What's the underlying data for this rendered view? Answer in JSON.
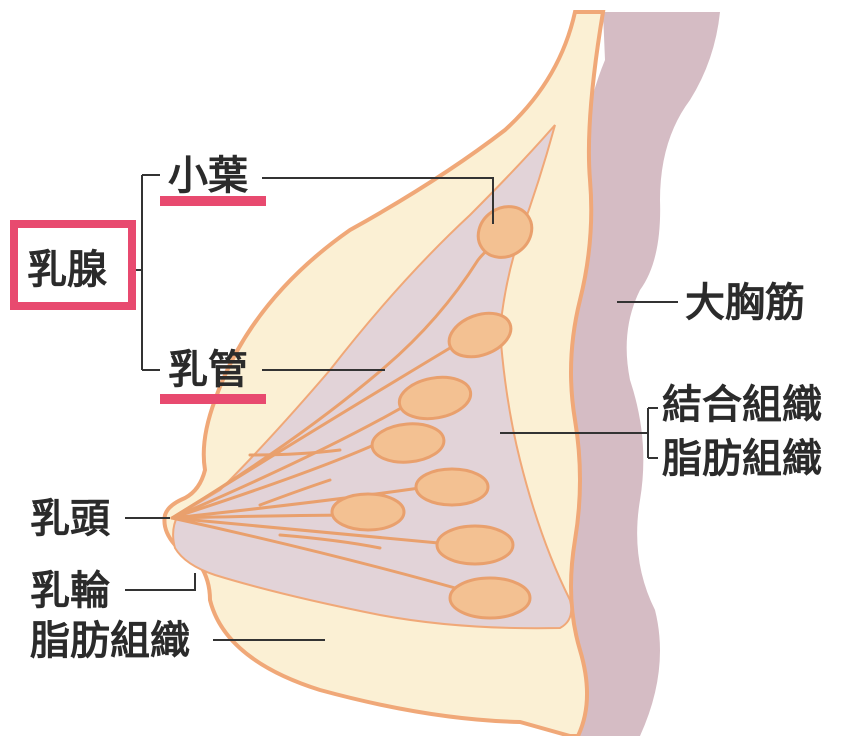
{
  "labels": {
    "mammary_gland": "乳腺",
    "lobule": "小葉",
    "duct": "乳管",
    "pectoralis_major": "大胸筋",
    "connective_tissue": "結合組織",
    "fat_tissue_right": "脂肪組織",
    "nipple": "乳頭",
    "areola": "乳輪",
    "fat_tissue_bottom": "脂肪組織"
  },
  "colors": {
    "highlight": "#e84a6f",
    "skin_outline": "#f0a878",
    "fat_fill": "#fbf0d4",
    "gland_region": "#e2d3d8",
    "muscle": "#d5bcc4",
    "lobule_fill": "#f3c192",
    "lobule_stroke": "#e9a06d",
    "leader_line": "#333333",
    "text": "#2b2b2b"
  }
}
